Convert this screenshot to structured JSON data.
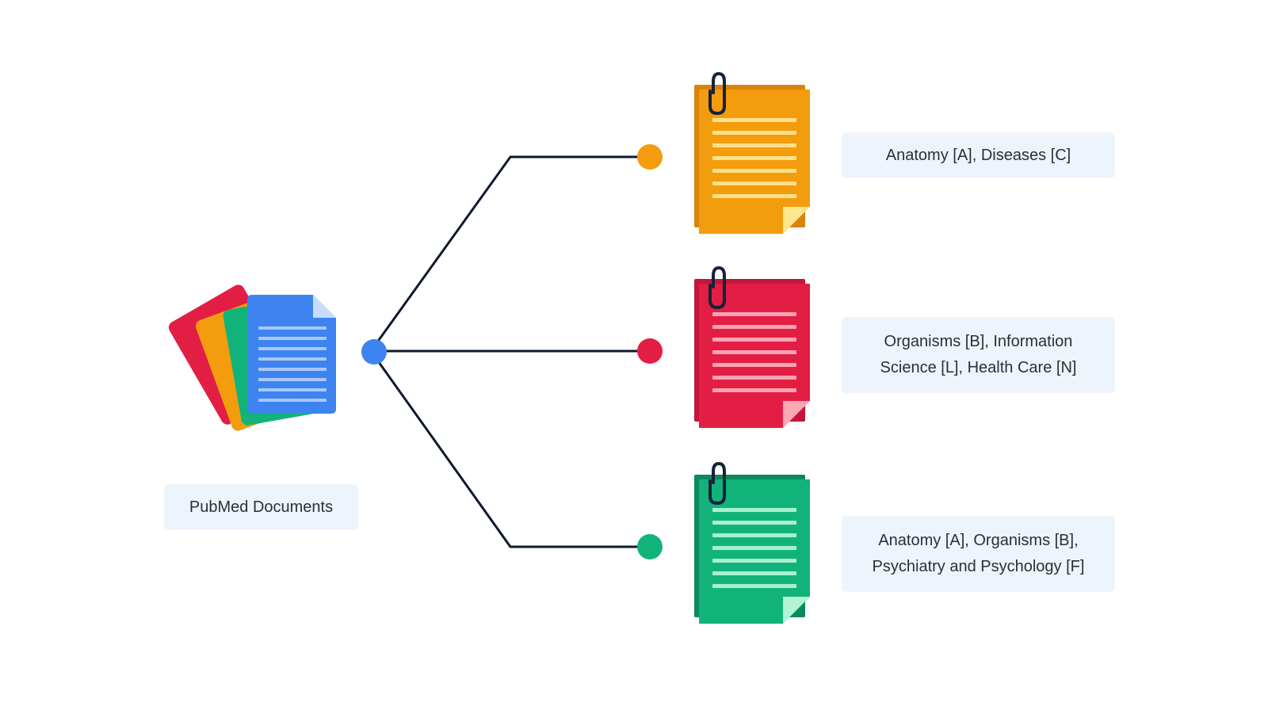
{
  "source": {
    "label": "PubMed Documents",
    "icon": "document-stack-icon",
    "stack_colors": [
      "#e31e45",
      "#f39c0e",
      "#12b37a",
      "#3d84f0"
    ],
    "hub_color": "#3d84f0"
  },
  "connector_color": "#0f1a2e",
  "categories": [
    {
      "lines": [
        "Anatomy [A], Diseases [C]"
      ],
      "color": "#f39c0e",
      "shade": "#d9840a",
      "lines_color": "#fde08a",
      "fold_color": "#fde68e"
    },
    {
      "lines": [
        "Organisms [B], Information",
        "Science [L], Health Care [N]"
      ],
      "color": "#e31e45",
      "shade": "#c4163a",
      "lines_color": "#f7a3b2",
      "fold_color": "#f9a8b4"
    },
    {
      "lines": [
        "Anatomy [A], Organisms [B],",
        "Psychiatry and Psychology [F]"
      ],
      "color": "#12b37a",
      "shade": "#0b8a5c",
      "lines_color": "#a8f0cf",
      "fold_color": "#b2f3d5"
    }
  ]
}
